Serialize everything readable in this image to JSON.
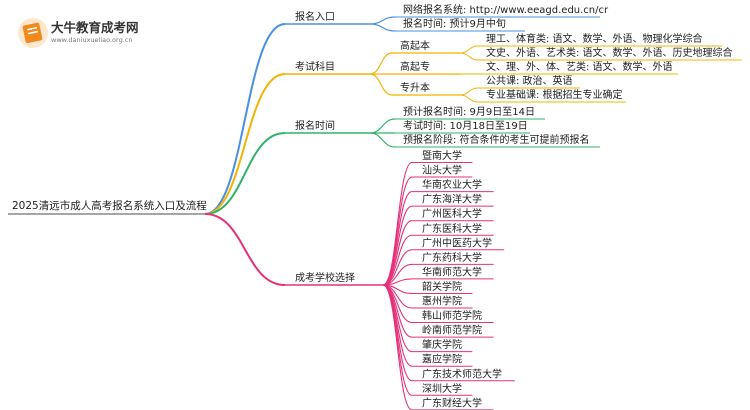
{
  "logo": {
    "title": "大牛教育成考网",
    "url": "www.daniuxueliao.org.cn"
  },
  "root": "2025清远市成人高考报名系统入口及流程",
  "colors": {
    "entry": "#4a90e2",
    "subjects": "#f2b400",
    "time": "#2fb36b",
    "schools": "#e5317a",
    "logo_orange": "#f08a1d"
  },
  "branches": {
    "entry": {
      "label": "报名入口",
      "items": [
        "网络报名系统: http://www.eeagd.edu.cn/cr",
        "报名时间: 预计9月中旬"
      ]
    },
    "subjects": {
      "label": "考试科目",
      "groups": [
        {
          "label": "高起本",
          "items": [
            "理工、体育类: 语文、数学、外语、物理化学综合",
            "文史、外语、艺术类: 语文、数学、外语、历史地理综合"
          ]
        },
        {
          "label": "高起专",
          "items": [
            "文、理、外、体、艺类: 语文、数学、外语"
          ]
        },
        {
          "label": "专升本",
          "items": [
            "公共课: 政治、英语",
            "专业基础课: 根据招生专业确定"
          ]
        }
      ]
    },
    "time": {
      "label": "报名时间",
      "items": [
        "预计报名时间: 9月9日至14日",
        "考试时间: 10月18日至19日",
        "预报名阶段: 符合条件的考生可提前预报名"
      ]
    },
    "schools": {
      "label": "成考学校选择",
      "items": [
        "暨南大学",
        "汕头大学",
        "华南农业大学",
        "广东海洋大学",
        "广州医科大学",
        "广东医科大学",
        "广州中医药大学",
        "广东药科大学",
        "华南师范大学",
        "韶关学院",
        "惠州学院",
        "韩山师范学院",
        "岭南师范学院",
        "肇庆学院",
        "嘉应学院",
        "广东技术师范大学",
        "深圳大学",
        "广东财经大学"
      ]
    }
  }
}
